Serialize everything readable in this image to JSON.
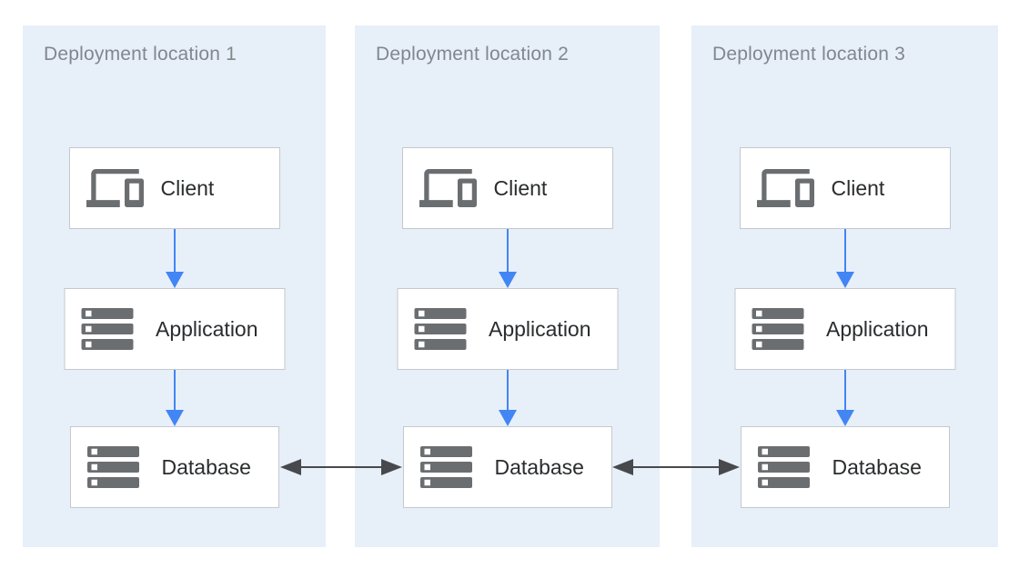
{
  "panels": [
    {
      "title": "Deployment location 1",
      "nodes": [
        {
          "id": "client",
          "label": "Client",
          "icon": "devices-icon"
        },
        {
          "id": "application",
          "label": "Application",
          "icon": "server-stack-icon"
        },
        {
          "id": "database",
          "label": "Database",
          "icon": "server-stack-icon"
        }
      ]
    },
    {
      "title": "Deployment location 2",
      "nodes": [
        {
          "id": "client",
          "label": "Client",
          "icon": "devices-icon"
        },
        {
          "id": "application",
          "label": "Application",
          "icon": "server-stack-icon"
        },
        {
          "id": "database",
          "label": "Database",
          "icon": "server-stack-icon"
        }
      ]
    },
    {
      "title": "Deployment location 3",
      "nodes": [
        {
          "id": "client",
          "label": "Client",
          "icon": "devices-icon"
        },
        {
          "id": "application",
          "label": "Application",
          "icon": "server-stack-icon"
        },
        {
          "id": "database",
          "label": "Database",
          "icon": "server-stack-icon"
        }
      ]
    }
  ],
  "edges": {
    "vertical": [
      {
        "from": "client",
        "to": "application",
        "style": "blue-arrow",
        "direction": "down"
      },
      {
        "from": "application",
        "to": "database",
        "style": "blue-arrow",
        "direction": "down"
      }
    ],
    "horizontal": [
      {
        "from": "location1.database",
        "to": "location2.database",
        "style": "dark-double-arrow",
        "direction": "both"
      },
      {
        "from": "location2.database",
        "to": "location3.database",
        "style": "dark-double-arrow",
        "direction": "both"
      }
    ]
  },
  "colors": {
    "panel_background": "#e7eff9",
    "box_background": "#ffffff",
    "box_border": "#c5c9cd",
    "panel_title_text": "#82878c",
    "node_label_text": "#2a2c2e",
    "icon_gray": "#6b6e71",
    "arrow_blue": "#4285f4",
    "arrow_dark": "#47494c"
  }
}
